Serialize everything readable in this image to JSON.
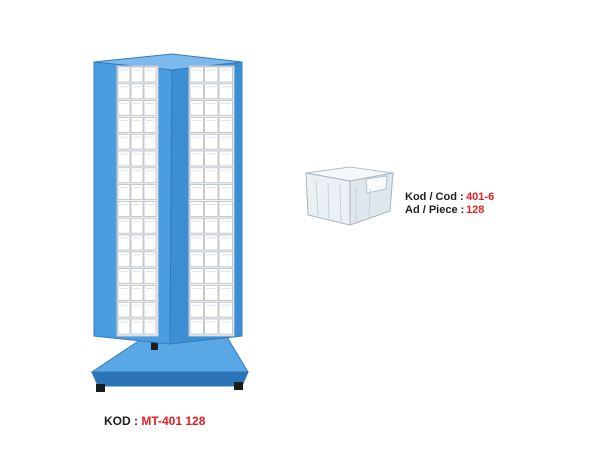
{
  "colors": {
    "cabinet_blue": "#4a9ee0",
    "cabinet_blue_dark": "#2f7cc3",
    "accent_red": "#e01f1f",
    "label_dark": "#1f1f1f"
  },
  "product": {
    "image": "rotating-cabinet-stand",
    "drawer_image": "clear-plastic-drawer"
  },
  "spec": {
    "code_label": "Kod / Cod  :",
    "code_value": "401-6",
    "piece_label": "Ad / Piece  :",
    "piece_value": "128"
  },
  "model": {
    "label": "KOD :",
    "value": "MT-401 128"
  }
}
